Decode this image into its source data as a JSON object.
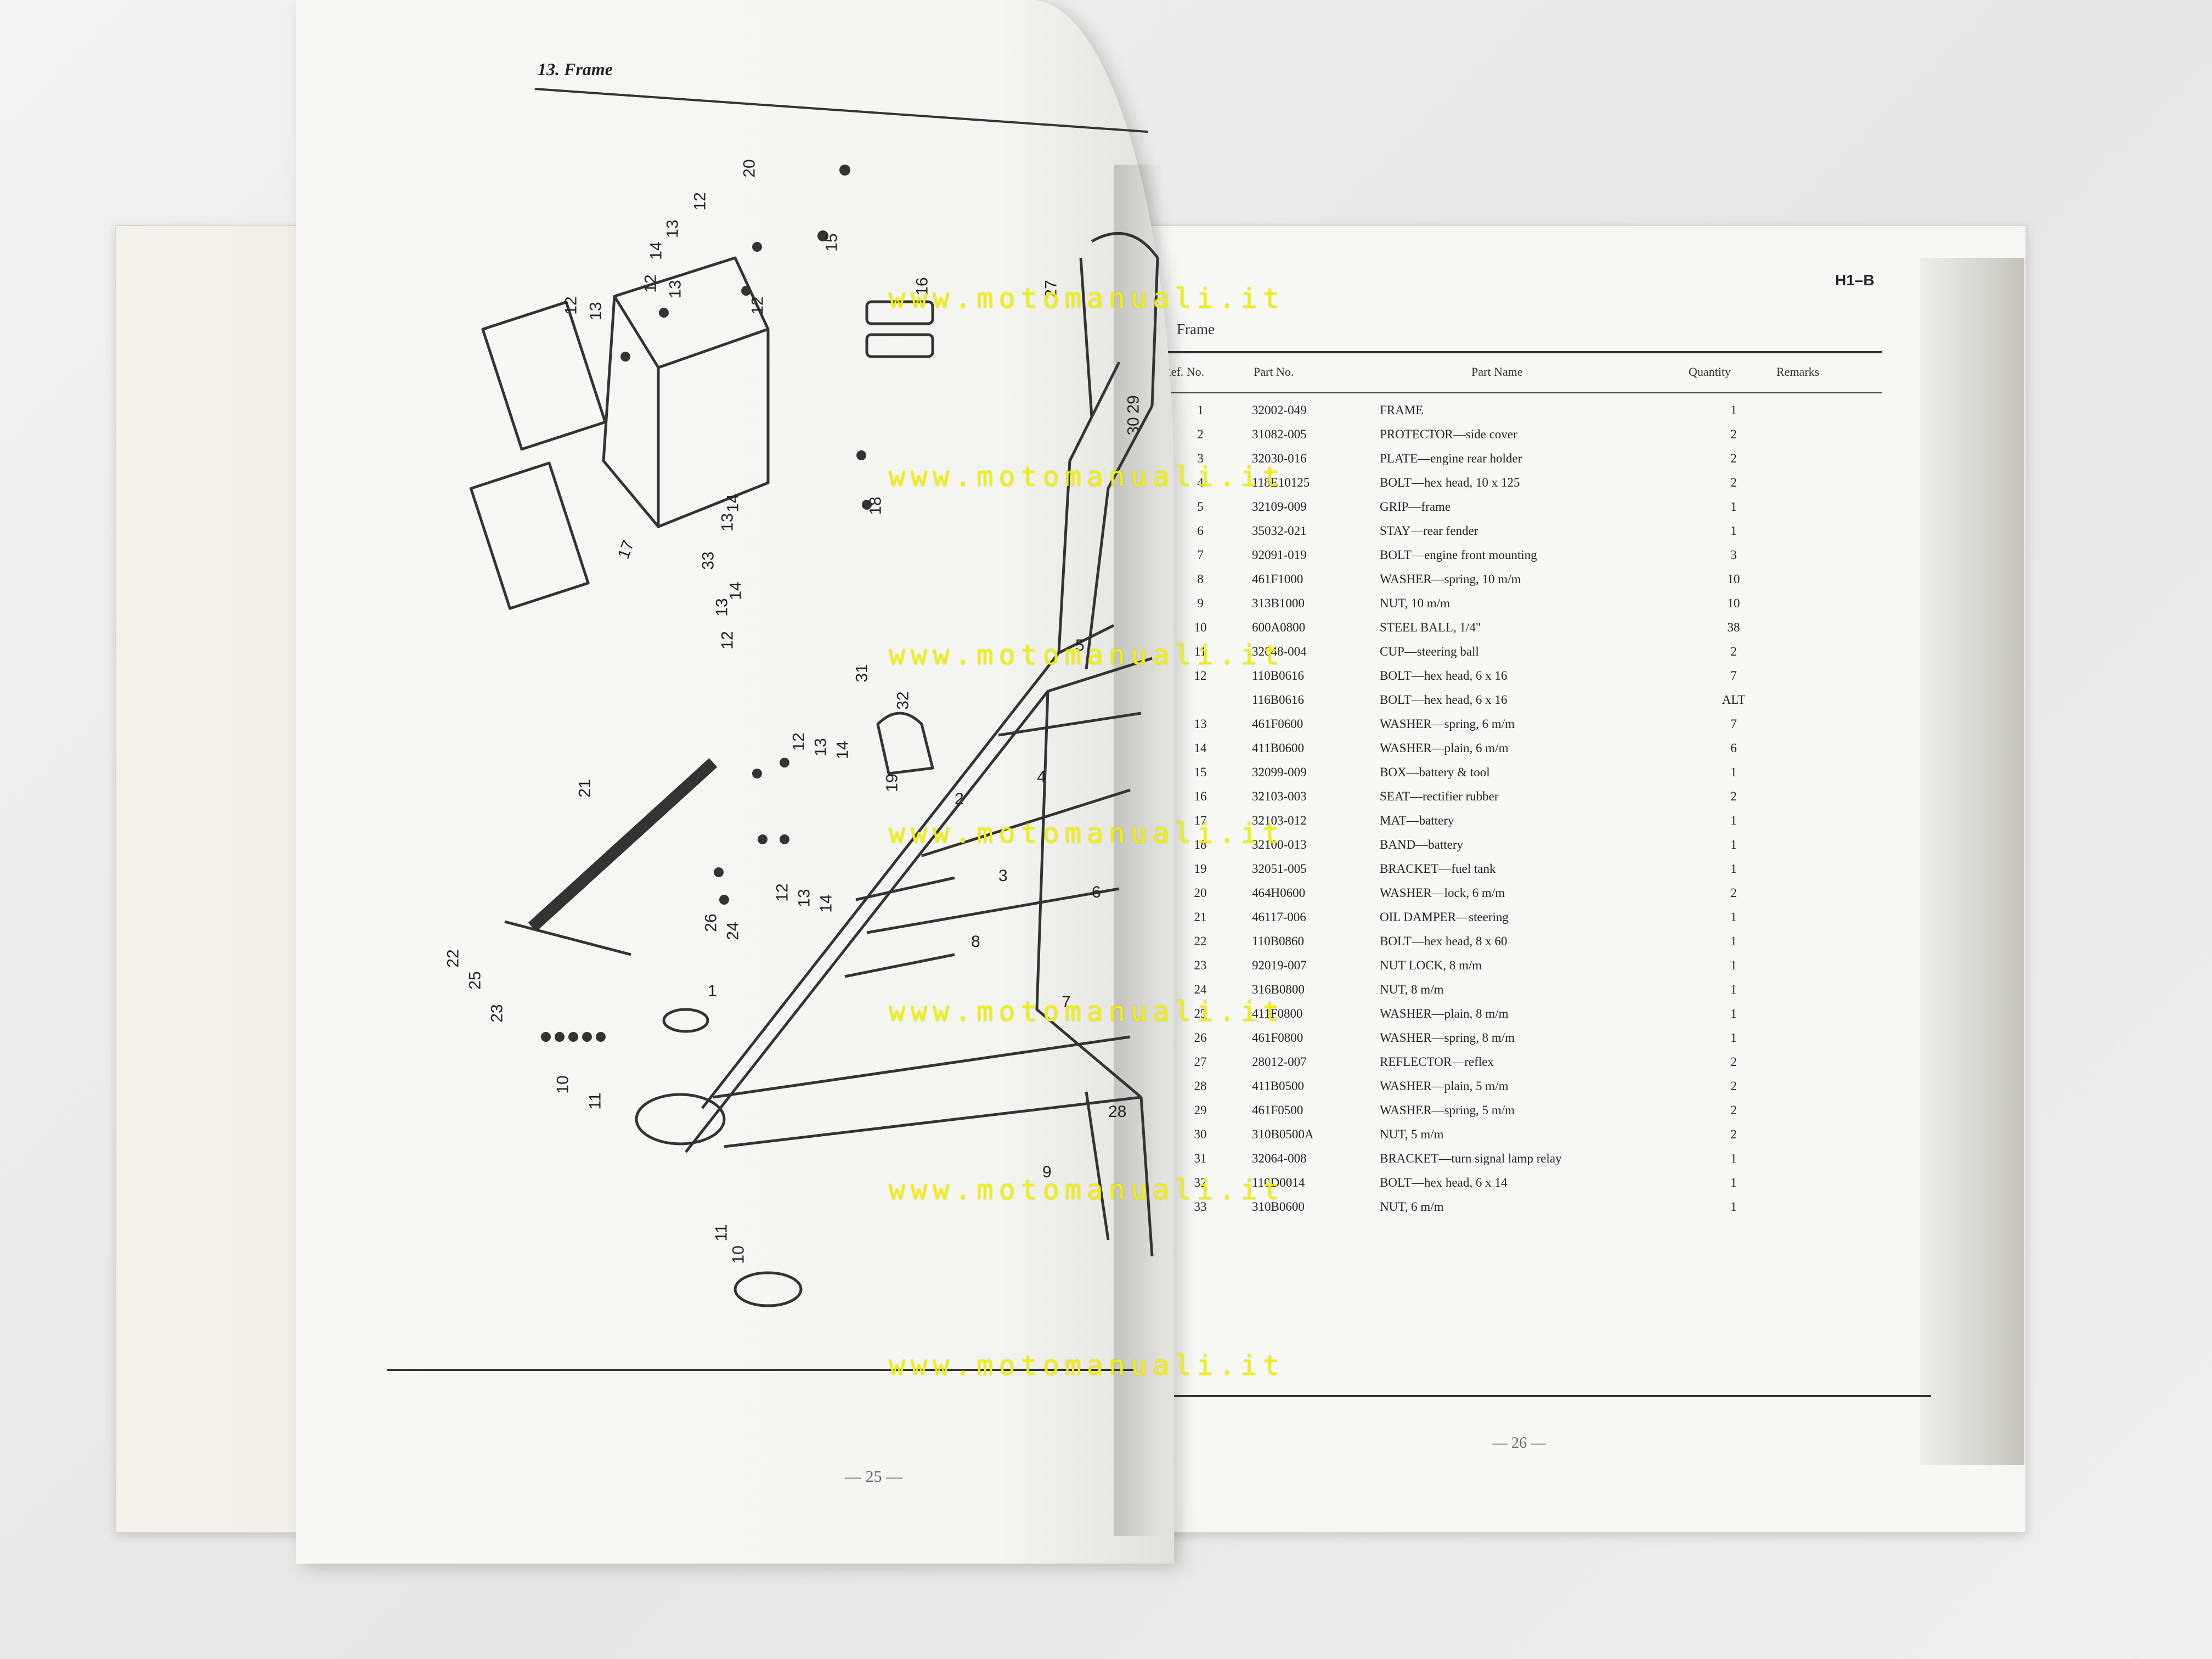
{
  "left_page": {
    "header": "13. Frame",
    "page_number": "— 25 —",
    "callouts": [
      "20",
      "12",
      "13",
      "14",
      "12",
      "13",
      "12",
      "15",
      "12",
      "13",
      "16",
      "27",
      "29",
      "30",
      "18",
      "17",
      "33",
      "13",
      "14",
      "13",
      "14",
      "12",
      "31",
      "32",
      "21",
      "12",
      "13",
      "14",
      "19",
      "12",
      "13",
      "14",
      "26",
      "24",
      "22",
      "25",
      "23",
      "1",
      "10",
      "11",
      "11",
      "10",
      "2",
      "3",
      "4",
      "5",
      "6",
      "7",
      "8",
      "9",
      "28"
    ]
  },
  "right_page": {
    "section_id": "H1–B",
    "section_title": "Frame",
    "columns": {
      "ref": "Ref. No.",
      "part": "Part No.",
      "name": "Part  Name",
      "qty": "Quantity",
      "remarks": "Remarks"
    },
    "rows": [
      {
        "ref": "1",
        "part": "32002-049",
        "name": "FRAME",
        "qty": "1"
      },
      {
        "ref": "2",
        "part": "31082-005",
        "name": "PROTECTOR—side cover",
        "qty": "2"
      },
      {
        "ref": "3",
        "part": "32030-016",
        "name": "PLATE—engine rear holder",
        "qty": "2"
      },
      {
        "ref": "4",
        "part": "118E10125",
        "name": "BOLT—hex head, 10 x 125",
        "qty": "2"
      },
      {
        "ref": "5",
        "part": "32109-009",
        "name": "GRIP—frame",
        "qty": "1"
      },
      {
        "ref": "6",
        "part": "35032-021",
        "name": "STAY—rear fender",
        "qty": "1"
      },
      {
        "ref": "7",
        "part": "92091-019",
        "name": "BOLT—engine front mounting",
        "qty": "3"
      },
      {
        "ref": "8",
        "part": "461F1000",
        "name": "WASHER—spring, 10 m/m",
        "qty": "10"
      },
      {
        "ref": "9",
        "part": "313B1000",
        "name": "NUT, 10 m/m",
        "qty": "10"
      },
      {
        "ref": "10",
        "part": "600A0800",
        "name": "STEEL  BALL, 1/4\"",
        "qty": "38"
      },
      {
        "ref": "11",
        "part": "32048-004",
        "name": "CUP—steering ball",
        "qty": "2"
      },
      {
        "ref": "12",
        "part": "110B0616",
        "name": "BOLT—hex head, 6 x 16",
        "qty": "7"
      },
      {
        "ref": "",
        "part": "116B0616",
        "name": "BOLT—hex head, 6 x 16",
        "qty": "ALT"
      },
      {
        "ref": "13",
        "part": "461F0600",
        "name": "WASHER—spring, 6 m/m",
        "qty": "7"
      },
      {
        "ref": "14",
        "part": "411B0600",
        "name": "WASHER—plain, 6 m/m",
        "qty": "6"
      },
      {
        "ref": "15",
        "part": "32099-009",
        "name": "BOX—battery & tool",
        "qty": "1"
      },
      {
        "ref": "16",
        "part": "32103-003",
        "name": "SEAT—rectifier rubber",
        "qty": "2"
      },
      {
        "ref": "17",
        "part": "32103-012",
        "name": "MAT—battery",
        "qty": "1"
      },
      {
        "ref": "18",
        "part": "32100-013",
        "name": "BAND—battery",
        "qty": "1"
      },
      {
        "ref": "19",
        "part": "32051-005",
        "name": "BRACKET—fuel tank",
        "qty": "1"
      },
      {
        "ref": "20",
        "part": "464H0600",
        "name": "WASHER—lock, 6 m/m",
        "qty": "2"
      },
      {
        "ref": "21",
        "part": "46117-006",
        "name": "OIL  DAMPER—steering",
        "qty": "1"
      },
      {
        "ref": "22",
        "part": "110B0860",
        "name": "BOLT—hex head, 8 x 60",
        "qty": "1"
      },
      {
        "ref": "23",
        "part": "92019-007",
        "name": "NUT  LOCK, 8 m/m",
        "qty": "1"
      },
      {
        "ref": "24",
        "part": "316B0800",
        "name": "NUT,  8 m/m",
        "qty": "1"
      },
      {
        "ref": "25",
        "part": "411F0800",
        "name": "WASHER—plain, 8 m/m",
        "qty": "1"
      },
      {
        "ref": "26",
        "part": "461F0800",
        "name": "WASHER—spring, 8 m/m",
        "qty": "1"
      },
      {
        "ref": "27",
        "part": "28012-007",
        "name": "REFLECTOR—reflex",
        "qty": "2"
      },
      {
        "ref": "28",
        "part": "411B0500",
        "name": "WASHER—plain, 5 m/m",
        "qty": "2"
      },
      {
        "ref": "29",
        "part": "461F0500",
        "name": "WASHER—spring, 5 m/m",
        "qty": "2"
      },
      {
        "ref": "30",
        "part": "310B0500A",
        "name": "NUT, 5 m/m",
        "qty": "2"
      },
      {
        "ref": "31",
        "part": "32064-008",
        "name": "BRACKET—turn signal lamp relay",
        "qty": "1"
      },
      {
        "ref": "32",
        "part": "110D0014",
        "name": "BOLT—hex head, 6 x 14",
        "qty": "1"
      },
      {
        "ref": "33",
        "part": "310B0600",
        "name": "NUT, 6 m/m",
        "qty": "1"
      }
    ],
    "page_number": "— 26 —"
  },
  "watermark": "www.motomanuali.it",
  "colors": {
    "watermark": "#f2f200",
    "paper": "#f7f7f4",
    "ink": "#222222"
  }
}
